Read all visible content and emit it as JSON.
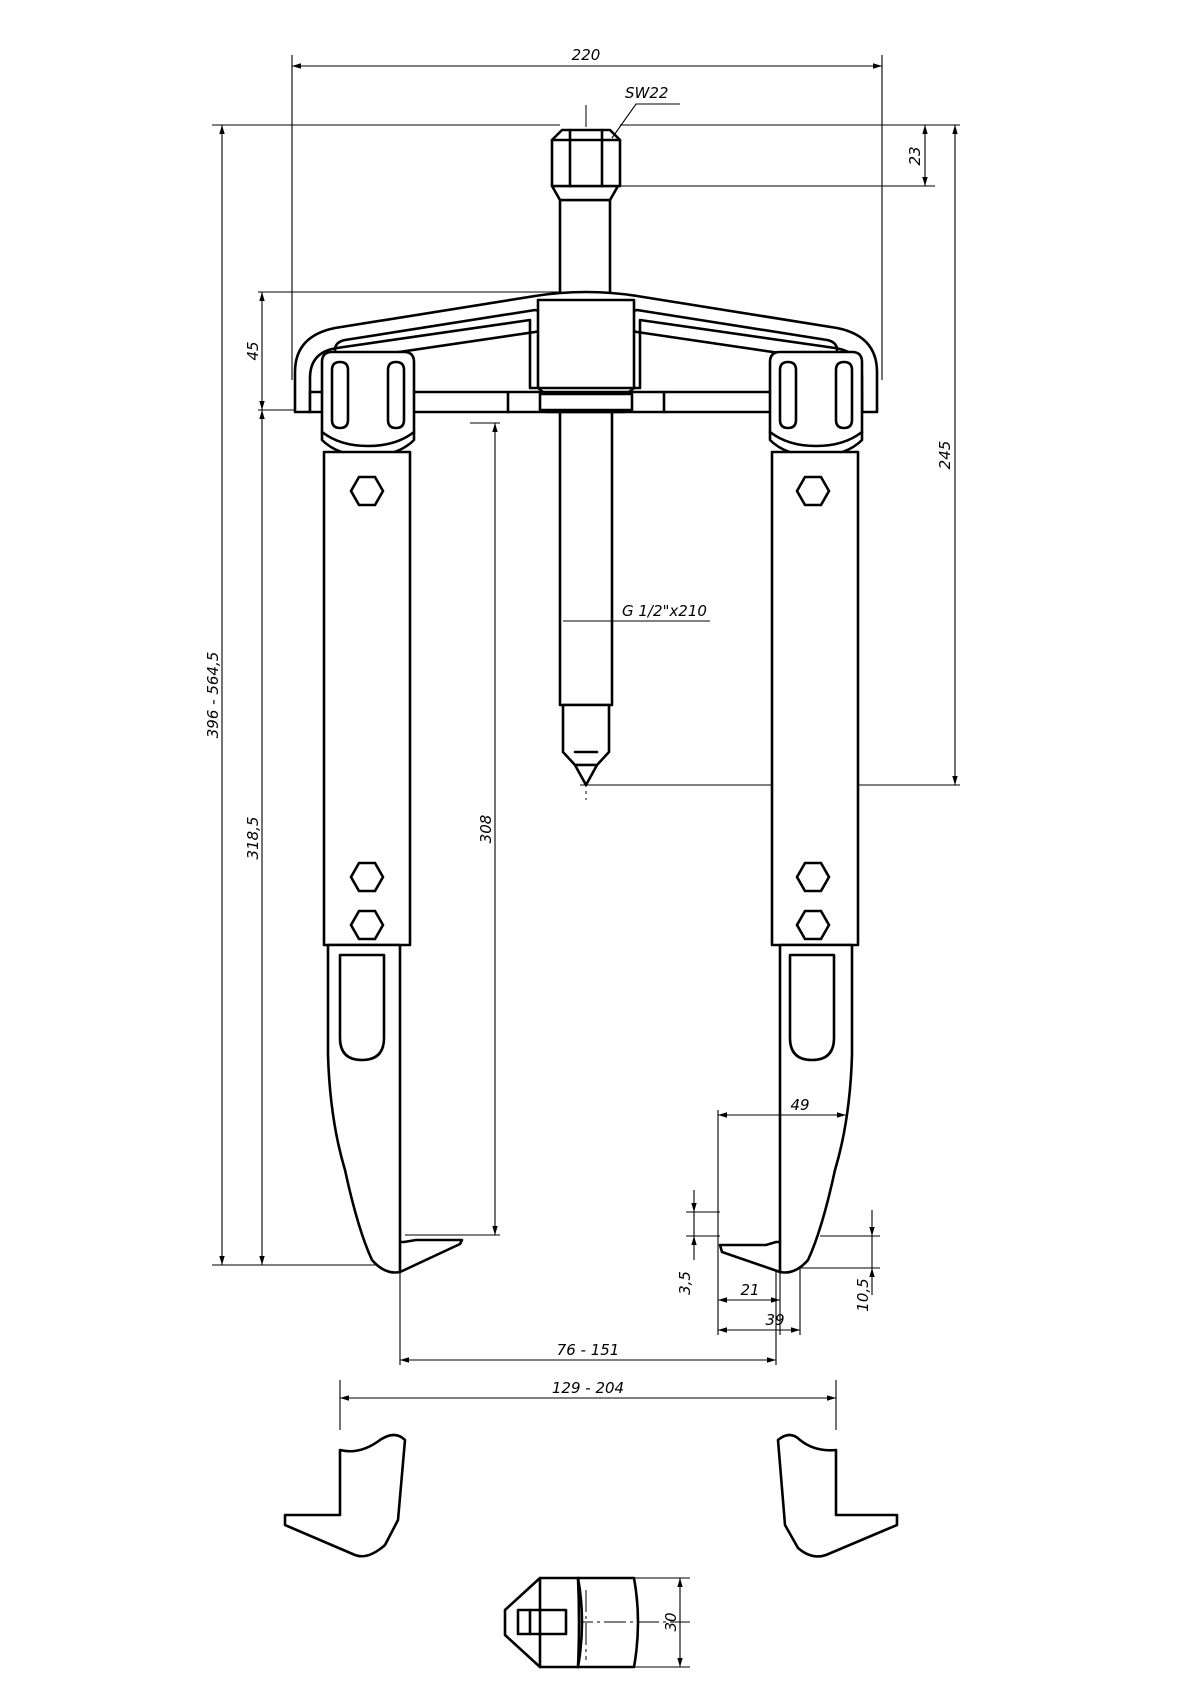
{
  "dimensions": {
    "width_overall": "220",
    "wrench_size": "SW22",
    "nut_height": "23",
    "crossbar_height": "45",
    "spindle_reach": "245",
    "total_height": "396 - 564,5",
    "arm_length": "318,5",
    "arm_inner_length": "308",
    "thread": "G 1/2\"x210",
    "jaw_reach": "49",
    "jaw_tip": "3,5",
    "jaw_tip_width": "21",
    "jaw_depth": "39",
    "jaw_height": "10,5",
    "inner_span": "76 - 151",
    "outer_span": "129 - 204",
    "jaw_thickness": "30"
  }
}
